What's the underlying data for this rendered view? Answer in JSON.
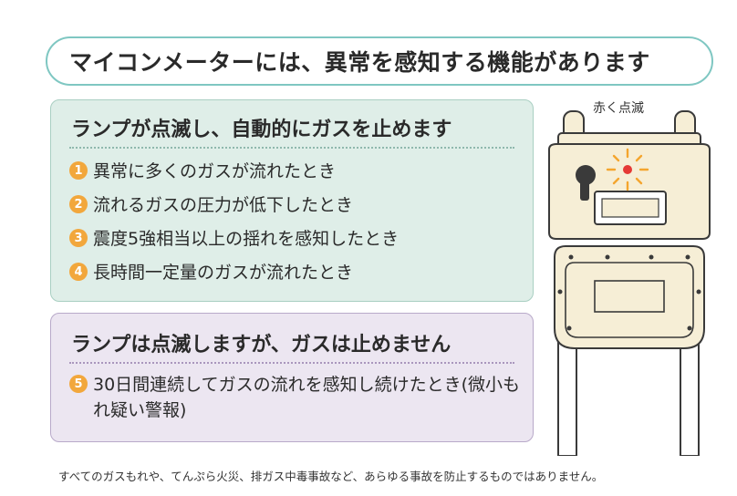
{
  "title": "マイコンメーターには、異常を感知する機能があります",
  "green_box": {
    "heading": "ランプが点滅し、自動的にガスを止めます",
    "items": [
      {
        "num": "1",
        "text": "異常に多くのガスが流れたとき"
      },
      {
        "num": "2",
        "text": "流れるガスの圧力が低下したとき"
      },
      {
        "num": "3",
        "text": "震度5強相当以上の揺れを感知したとき"
      },
      {
        "num": "4",
        "text": "長時間一定量のガスが流れたとき"
      }
    ]
  },
  "purple_box": {
    "heading": "ランプは点滅しますが、ガスは止めません",
    "items": [
      {
        "num": "5",
        "text": "30日間連続してガスの流れを感知し続けたとき(微小もれ疑い警報)"
      }
    ]
  },
  "meter": {
    "label": "赤く点滅",
    "body_color": "#f6eed6",
    "outline_color": "#3a3a3a",
    "lamp_color": "#e53935",
    "flash_color": "#f4a52e"
  },
  "footnote": "すべてのガスもれや、てんぷら火災、排ガス中毒事故など、あらゆる事故を防止するものではありません。",
  "colors": {
    "title_border": "#7fc7c2",
    "green_bg": "#dfeee8",
    "purple_bg": "#ece6f1",
    "number_badge": "#f2a73c"
  }
}
